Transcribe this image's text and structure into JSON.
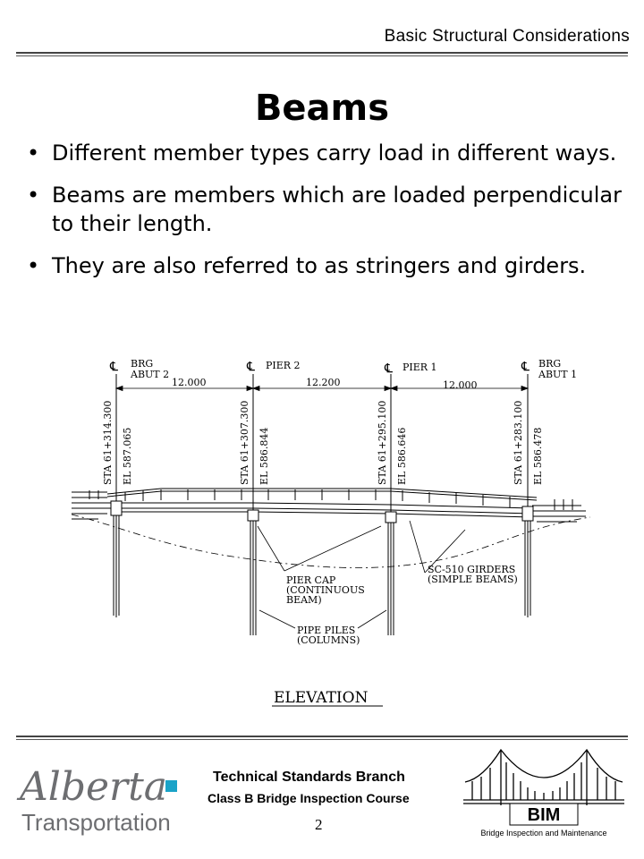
{
  "header": {
    "section_title": "Basic Structural Considerations"
  },
  "slide": {
    "title": "Beams",
    "bullets": [
      "Different member types carry load in different ways.",
      "Beams are members which are loaded perpendicular to their length.",
      "They are also referred to as stringers and girders."
    ]
  },
  "drawing": {
    "supports": [
      {
        "cl": "℄",
        "name_line1": "BRG",
        "name_line2": "ABUT 2",
        "station": "STA 61+314.300",
        "elevation": "EL 587.065"
      },
      {
        "cl": "℄",
        "name_line1": "PIER 2",
        "name_line2": "",
        "station": "STA 61+307.300",
        "elevation": "EL 586.844"
      },
      {
        "cl": "℄",
        "name_line1": "PIER 1",
        "name_line2": "",
        "station": "STA 61+295.100",
        "elevation": "EL 586.646"
      },
      {
        "cl": "℄",
        "name_line1": "BRG",
        "name_line2": "ABUT 1",
        "station": "STA 61+283.100",
        "elevation": "EL 586.478"
      }
    ],
    "spans": [
      "12.000",
      "12.200",
      "12.000"
    ],
    "callouts": {
      "pier_cap": [
        "PIER CAP",
        "(CONTINUOUS",
        "BEAM)"
      ],
      "girders": [
        "SC-510 GIRDERS",
        "(SIMPLE BEAMS)"
      ],
      "piles": [
        "PIPE PILES",
        "(COLUMNS)"
      ]
    },
    "caption": "ELEVATION"
  },
  "footer": {
    "logo_word": "Alberta",
    "logo_sub": "Transportation",
    "branch": "Technical Standards Branch",
    "course": "Class B Bridge Inspection Course",
    "page_number": "2",
    "bim_label": "BIM",
    "bim_caption": "Bridge Inspection and Maintenance"
  },
  "colors": {
    "logo_grey": "#6d6e71",
    "logo_blue": "#1aa3c8",
    "rule": "#444444"
  }
}
